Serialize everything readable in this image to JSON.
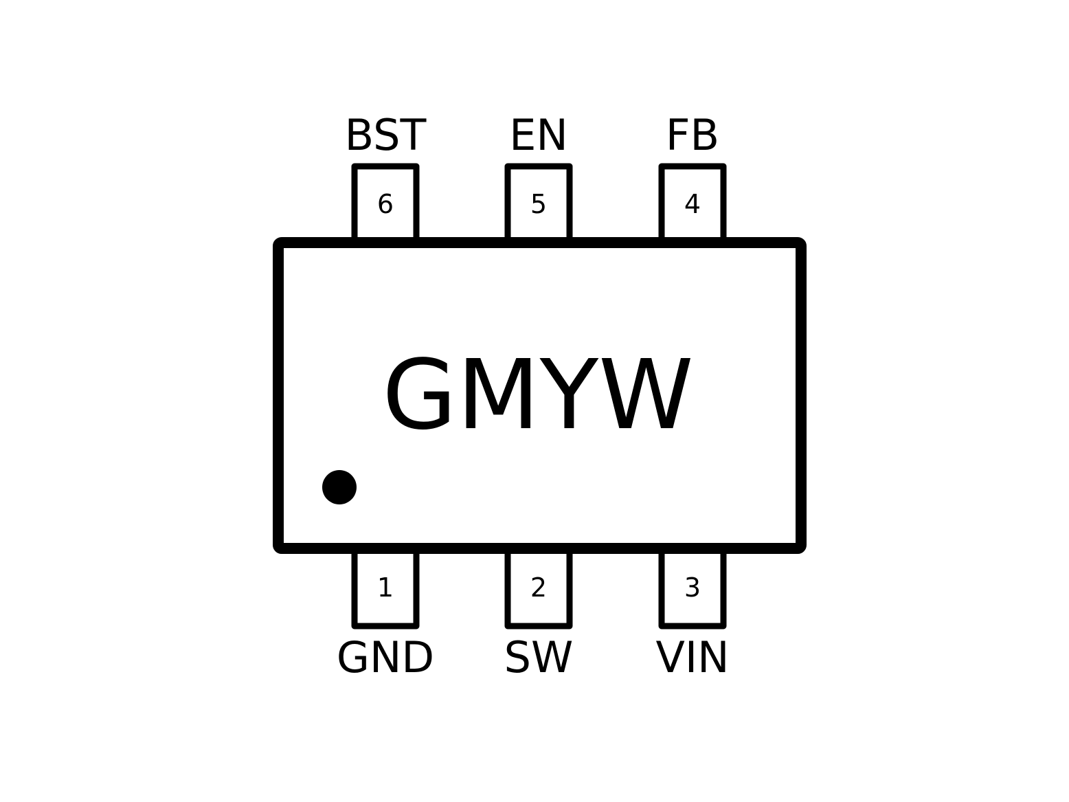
{
  "package": {
    "marking": "GMYW",
    "body_color": "#000000",
    "background_color": "#ffffff",
    "pin1_indicator": "filled-dot"
  },
  "pins": {
    "p1": {
      "number": "1",
      "name": "GND"
    },
    "p2": {
      "number": "2",
      "name": "SW"
    },
    "p3": {
      "number": "3",
      "name": "VIN"
    },
    "p4": {
      "number": "4",
      "name": "FB"
    },
    "p5": {
      "number": "5",
      "name": "EN"
    },
    "p6": {
      "number": "6",
      "name": "BST"
    }
  }
}
